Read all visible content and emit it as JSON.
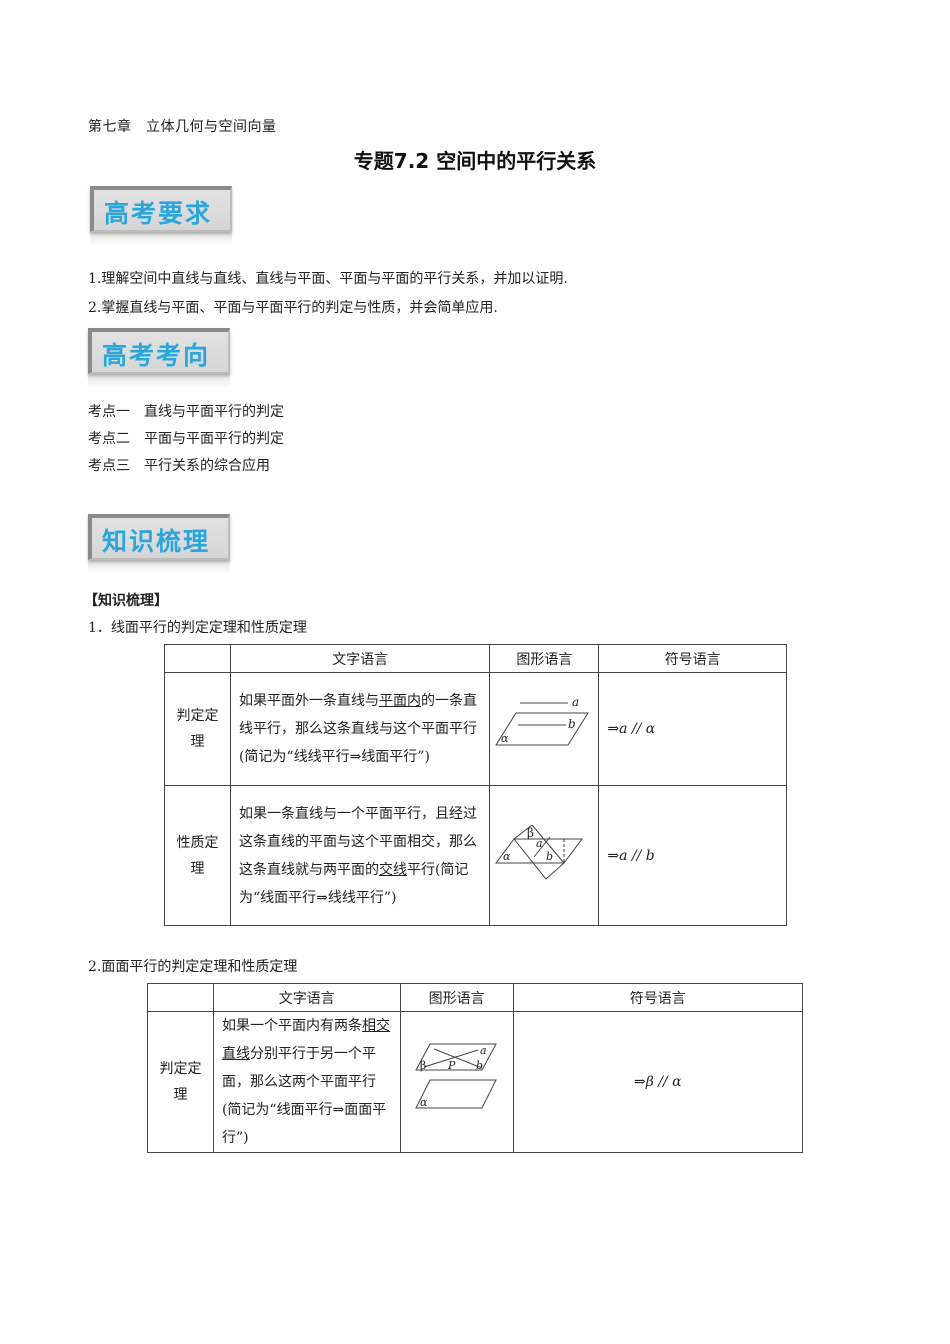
{
  "header": {
    "chapter": "第七章　立体几何与空间向量",
    "title": "专题7.2 空间中的平行关系"
  },
  "sections": {
    "requirements": {
      "banner": "高考要求",
      "items": [
        "1.理解空间中直线与直线、直线与平面、平面与平面的平行关系，并加以证明.",
        "2.掌握直线与平面、平面与平面平行的判定与性质，并会简单应用."
      ]
    },
    "directions": {
      "banner": "高考考向",
      "items": [
        "考点一　直线与平面平行的判定",
        "考点二　平面与平面平行的判定",
        "考点三　平行关系的综合应用"
      ]
    },
    "knowledge": {
      "banner": "知识梳理",
      "label": "【知识梳理】",
      "part1_heading": "1．线面平行的判定定理和性质定理",
      "part2_heading": "2.面面平行的判定定理和性质定理"
    }
  },
  "table1": {
    "headers": [
      "",
      "文字语言",
      "图形语言",
      "符号语言"
    ],
    "rows": [
      {
        "name": "判定定理",
        "text_pre": "如果平面外一条直线与",
        "text_u": "平面内",
        "text_post": "的一条直线平行，那么这条直线与这个平面平行(简记为“线线平行⇒线面平行”)",
        "figure": "line-plane-parallel-diagram",
        "labels": [
          "a",
          "b",
          "α"
        ],
        "symbol_arrow": "⇒",
        "symbol": "a // α"
      },
      {
        "name": "性质定理",
        "text_pre": "如果一条直线与一个平面平行，且经过这条直线的平面与这个平面相交，那么这条直线就与两平面的",
        "text_u": "交线",
        "text_post": "平行(简记为“线面平行⇒线线平行”)",
        "figure": "intersecting-planes-diagram",
        "labels": [
          "β",
          "a",
          "b",
          "α"
        ],
        "symbol_arrow": "⇒",
        "symbol": "a // b"
      }
    ]
  },
  "table2": {
    "headers": [
      "",
      "文字语言",
      "图形语言",
      "符号语言"
    ],
    "rows": [
      {
        "name": "判定定理",
        "text_pre": "如果一个平面内有两条",
        "text_u": "相交直线",
        "text_post": "分别平行于另一个平面，那么这两个平面平行(简记为“线面平行⇒面面平行”)",
        "figure": "parallel-planes-diagram",
        "labels": [
          "a",
          "β",
          "P",
          "b",
          "α"
        ],
        "symbol_arrow": "⇒",
        "symbol": "β // α"
      }
    ]
  },
  "colors": {
    "banner_text": "#2aa6dd",
    "banner_bg": "#d8d8d8",
    "border": "#444444"
  }
}
